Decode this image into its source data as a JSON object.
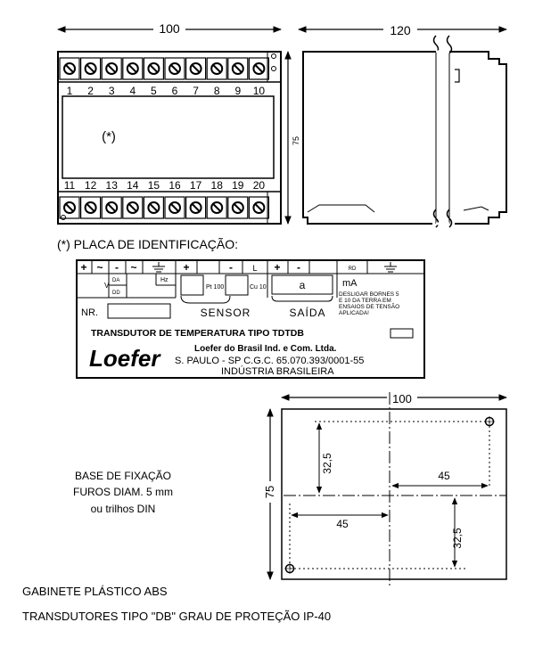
{
  "front_view": {
    "width_dim": "100",
    "height_dim": "75",
    "top_terminals": [
      "1",
      "2",
      "3",
      "4",
      "5",
      "6",
      "7",
      "8",
      "9",
      "10"
    ],
    "bottom_terminals": [
      "11",
      "12",
      "13",
      "14",
      "15",
      "16",
      "17",
      "18",
      "19",
      "20"
    ],
    "window_marker": "(*)"
  },
  "side_view": {
    "width_dim": "120"
  },
  "plate": {
    "caption": "(*) PLACA DE IDENTIFICAÇÃO:",
    "supply_labels": [
      "+",
      "~",
      "-",
      "~"
    ],
    "v_label": "V",
    "da_label": "DA",
    "dd_label": "DD",
    "hz_label": "Hz",
    "sensor_terminals": [
      "+",
      "-",
      "L"
    ],
    "pt100_label": "Pt 100",
    "cu10_label": "Cu 10",
    "output_terminals": [
      "+",
      "-"
    ],
    "rd_label": "RD",
    "output_a": "a",
    "output_ma": "mA",
    "warning": [
      "DESLIGAR BORNES 5",
      "E 10 DA TERRA EM",
      "ENSAIOS DE TENSÃO",
      "APLICADA!"
    ],
    "nr_label": "NR.",
    "sensor_label": "SENSOR",
    "saida_label": "SAÍDA",
    "product_title": "TRANSDUTOR DE TEMPERATURA TIPO TDTDB",
    "brand": "Loefer",
    "company": "Loefer do Brasil Ind. e Com. Ltda.",
    "address": "S. PAULO - SP C.G.C. 65.070.393/0001-55",
    "origin": "INDÚSTRIA BRASILEIRA"
  },
  "base": {
    "caption_lines": [
      "BASE DE FIXAÇÃO",
      "FUROS DIAM. 5 mm",
      "ou trilhos DIN"
    ],
    "width_dim": "100",
    "height_dim": "75",
    "dim_45_top": "45",
    "dim_45_bottom": "45",
    "dim_32_5_left": "32,5",
    "dim_32_5_right": "32,5"
  },
  "footer": {
    "line1": "GABINETE PLÁSTICO ABS",
    "line2": "TRANSDUTORES TIPO \"DB\" GRAU DE PROTEÇÃO IP-40"
  }
}
